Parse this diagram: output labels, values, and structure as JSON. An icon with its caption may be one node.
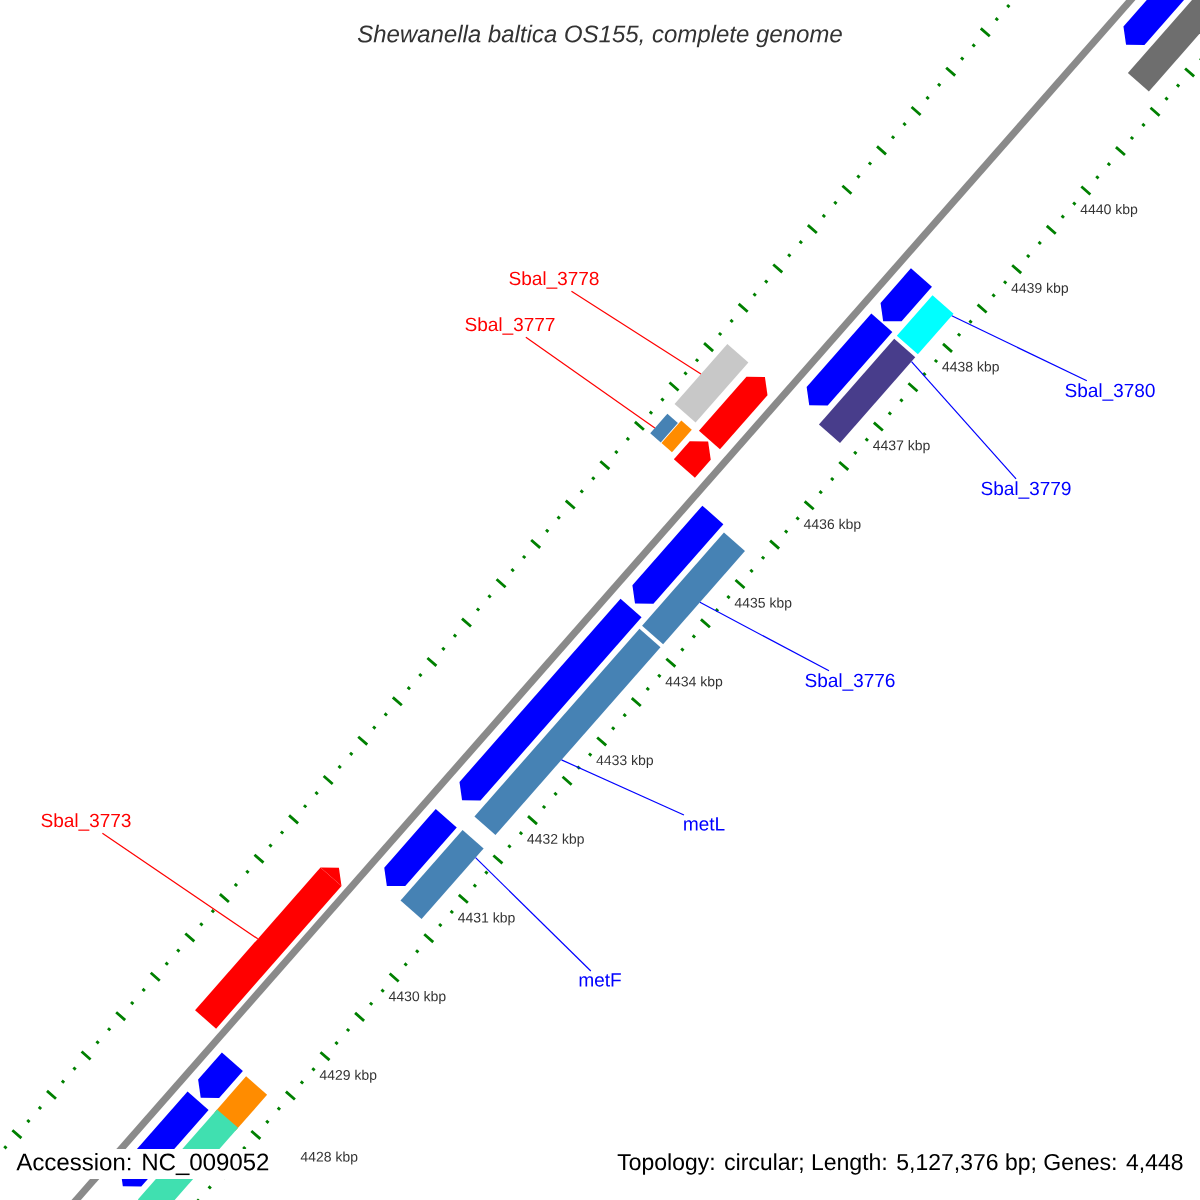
{
  "diagram": {
    "title": "Shewanella baltica OS155, complete genome",
    "nodes": [
      {
        "text": [
          "Sbal_3778"
        ]
      },
      {
        "text": [
          "Sbal_3777"
        ]
      },
      {
        "text": [
          "Sbal_3780"
        ]
      },
      {
        "text": [
          "Sbal_3779"
        ]
      },
      {
        "text": [
          "Sbal_3776"
        ]
      },
      {
        "text": [
          "metL"
        ]
      },
      {
        "text": [
          "Sbal_3773"
        ]
      },
      {
        "text": [
          "metF"
        ]
      },
      {
        "text": [],
        "shape": "bar"
      },
      {
        "text": [],
        "shape": "bar"
      },
      {
        "text": [],
        "shape": "bar"
      },
      {
        "text": [],
        "shape": "bar"
      },
      {
        "text": [],
        "shape": "bar"
      },
      {
        "text": [],
        "shape": "bar"
      },
      {
        "text": [],
        "shape": "bar"
      },
      {
        "text": [],
        "shape": "bar"
      }
    ],
    "edges": [
      {
        "from": 0,
        "to": 9,
        "arrow": "none",
        "color": "#ff0000"
      },
      {
        "from": 1,
        "to": 11,
        "arrow": "none",
        "color": "#ff0000"
      },
      {
        "from": 2,
        "to": 8,
        "arrow": "none"
      },
      {
        "from": 3,
        "to": 10,
        "arrow": "none"
      },
      {
        "from": 4,
        "to": 12,
        "arrow": "none"
      },
      {
        "from": 5,
        "to": 13,
        "arrow": "none"
      },
      {
        "from": 6,
        "to": 15,
        "arrow": "none",
        "color": "#ff0000"
      },
      {
        "from": 7,
        "to": 14,
        "arrow": "none"
      }
    ],
    "labels": [
      "4440 kbp",
      "4439 kbp",
      "4438 kbp",
      "4437 kbp",
      "4436 kbp",
      "4435 kbp",
      "4434 kbp",
      "4433 kbp",
      "4432 kbp",
      "4431 kbp",
      "4430 kbp",
      "4429 kbp",
      "Accession: NC_009052",
      "4428 kbp",
      "Topology: circular; Length: 5,127,376 bp; Genes: 4,448"
    ]
  }
}
